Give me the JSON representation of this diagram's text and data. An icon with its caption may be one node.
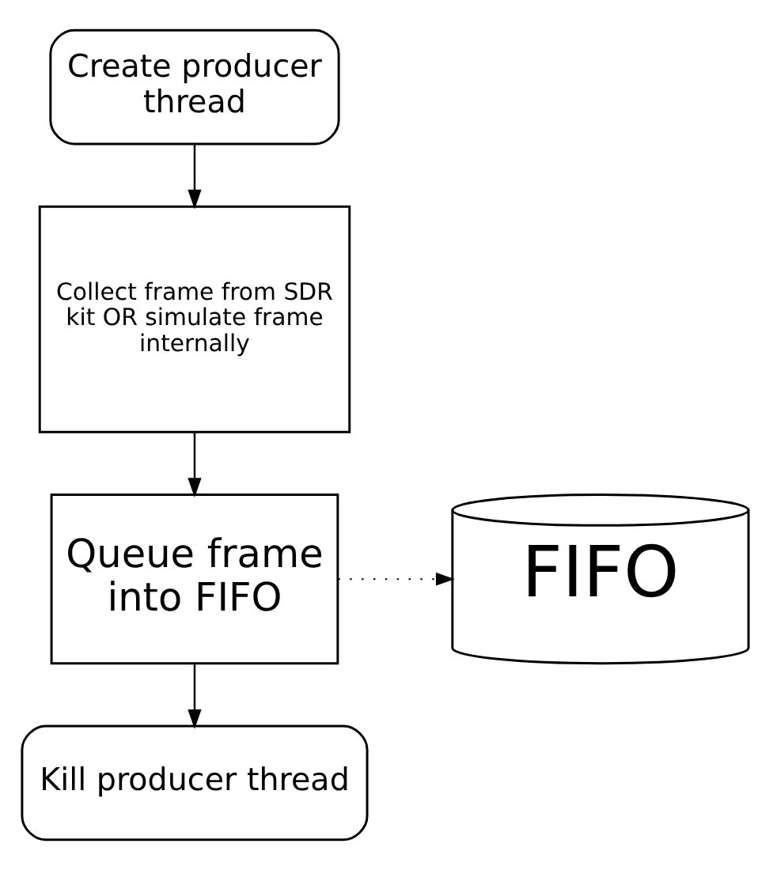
{
  "diagram": {
    "nodes": [
      {
        "text": [
          "Create producer thread"
        ]
      },
      {
        "text": [
          "Collect frame from SDR kit OR simulate frame internally"
        ]
      },
      {
        "text": [
          "Queue frame into FIFO"
        ]
      },
      {
        "text": [
          "FIFO"
        ]
      },
      {
        "text": [
          "Kill producer thread"
        ]
      }
    ],
    "edges": [
      {
        "from": 0,
        "to": 1,
        "arrow": "to"
      },
      {
        "from": 1,
        "to": 2,
        "arrow": "to"
      },
      {
        "from": 2,
        "to": 3,
        "arrow": "to",
        "style": "dashed"
      },
      {
        "from": 2,
        "to": 4,
        "arrow": "to"
      }
    ]
  }
}
